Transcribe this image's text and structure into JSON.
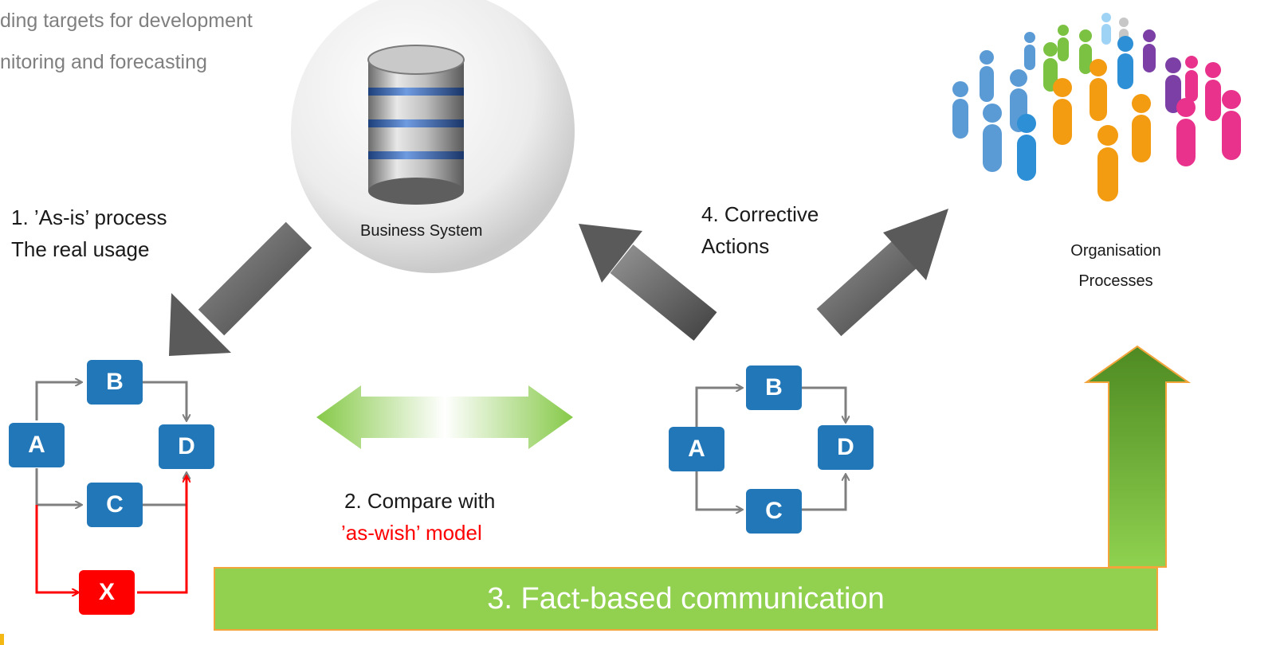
{
  "top_text": {
    "line1": "ding targets for development",
    "line2": "nitoring and forecasting"
  },
  "center_db": {
    "caption": "Business System"
  },
  "organisation": {
    "line1": "Organisation",
    "line2": "Processes"
  },
  "step1": {
    "line1": "1. ’As-is’ process",
    "line2": "The real usage"
  },
  "step2": {
    "line1": "2. Compare with",
    "line2": "’as-wish’ model"
  },
  "step3": {
    "label": "3. Fact-based communication"
  },
  "step4": {
    "line1": "4. Corrective",
    "line2": "Actions"
  },
  "left_process": {
    "nodes": {
      "a": "A",
      "b": "B",
      "c": "C",
      "d": "D",
      "x": "X"
    }
  },
  "right_process": {
    "nodes": {
      "a": "A",
      "b": "B",
      "c": "C",
      "d": "D"
    }
  },
  "colors": {
    "node_blue": "#2177b7",
    "deviation_red": "#ff0000",
    "banner_green": "#92d050",
    "arrow_gray": "#595959"
  },
  "icons": {
    "database": "database-icon",
    "people": "people-crowd-icon"
  }
}
